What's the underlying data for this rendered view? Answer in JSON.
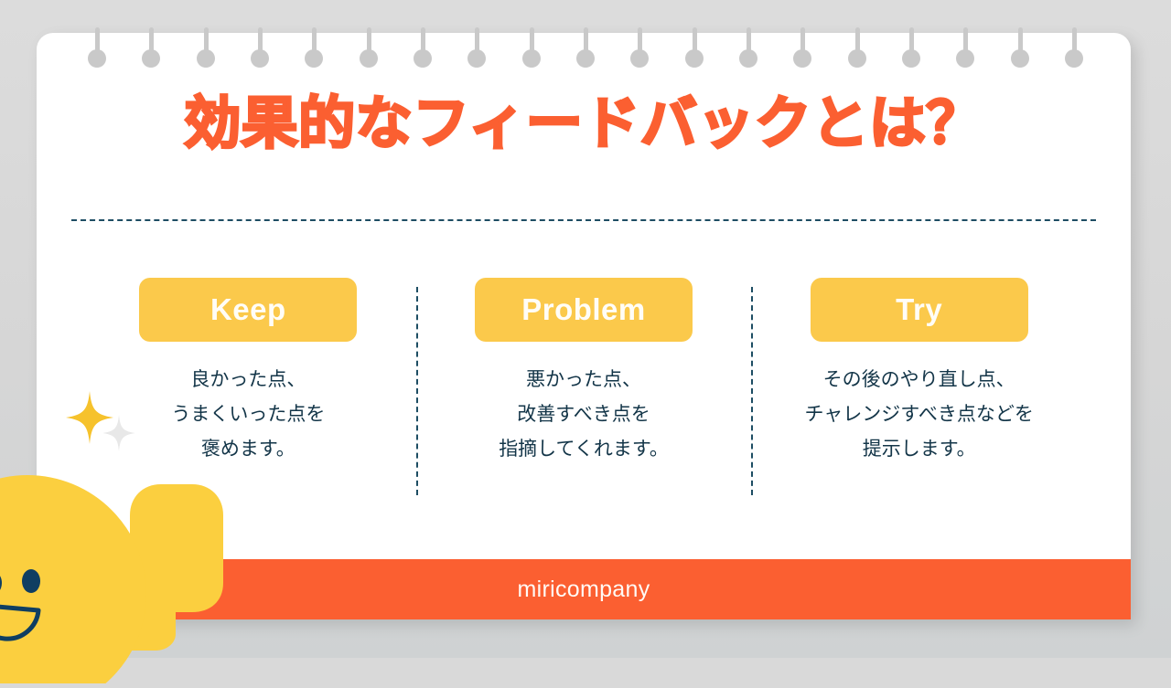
{
  "page": {
    "background_color": "#d9d9d9",
    "card_background": "#ffffff",
    "accent_orange": "#fb5f31",
    "accent_yellow": "#fbc94b",
    "text_navy": "#133548",
    "ring_color": "#c9c9c9",
    "ring_count": 19
  },
  "header": {
    "title": "効果的なフィードバックとは？"
  },
  "columns": [
    {
      "label": "Keep",
      "description": "良かった点、\nうまくいった点を\n褒めます。"
    },
    {
      "label": "Problem",
      "description": "悪かった点、\n改善すべき点を\n指摘してくれます。"
    },
    {
      "label": "Try",
      "description": "その後のやり直し点、\nチャレンジすべき点などを\n提示します。"
    }
  ],
  "footer": {
    "brand": "miricompany"
  },
  "decorations": {
    "sparkle_large_color": "#f6c22c",
    "sparkle_small_color": "#e6e6e6",
    "mascot_body_color": "#fbcf3f",
    "mascot_face_color": "#0f3e62"
  }
}
